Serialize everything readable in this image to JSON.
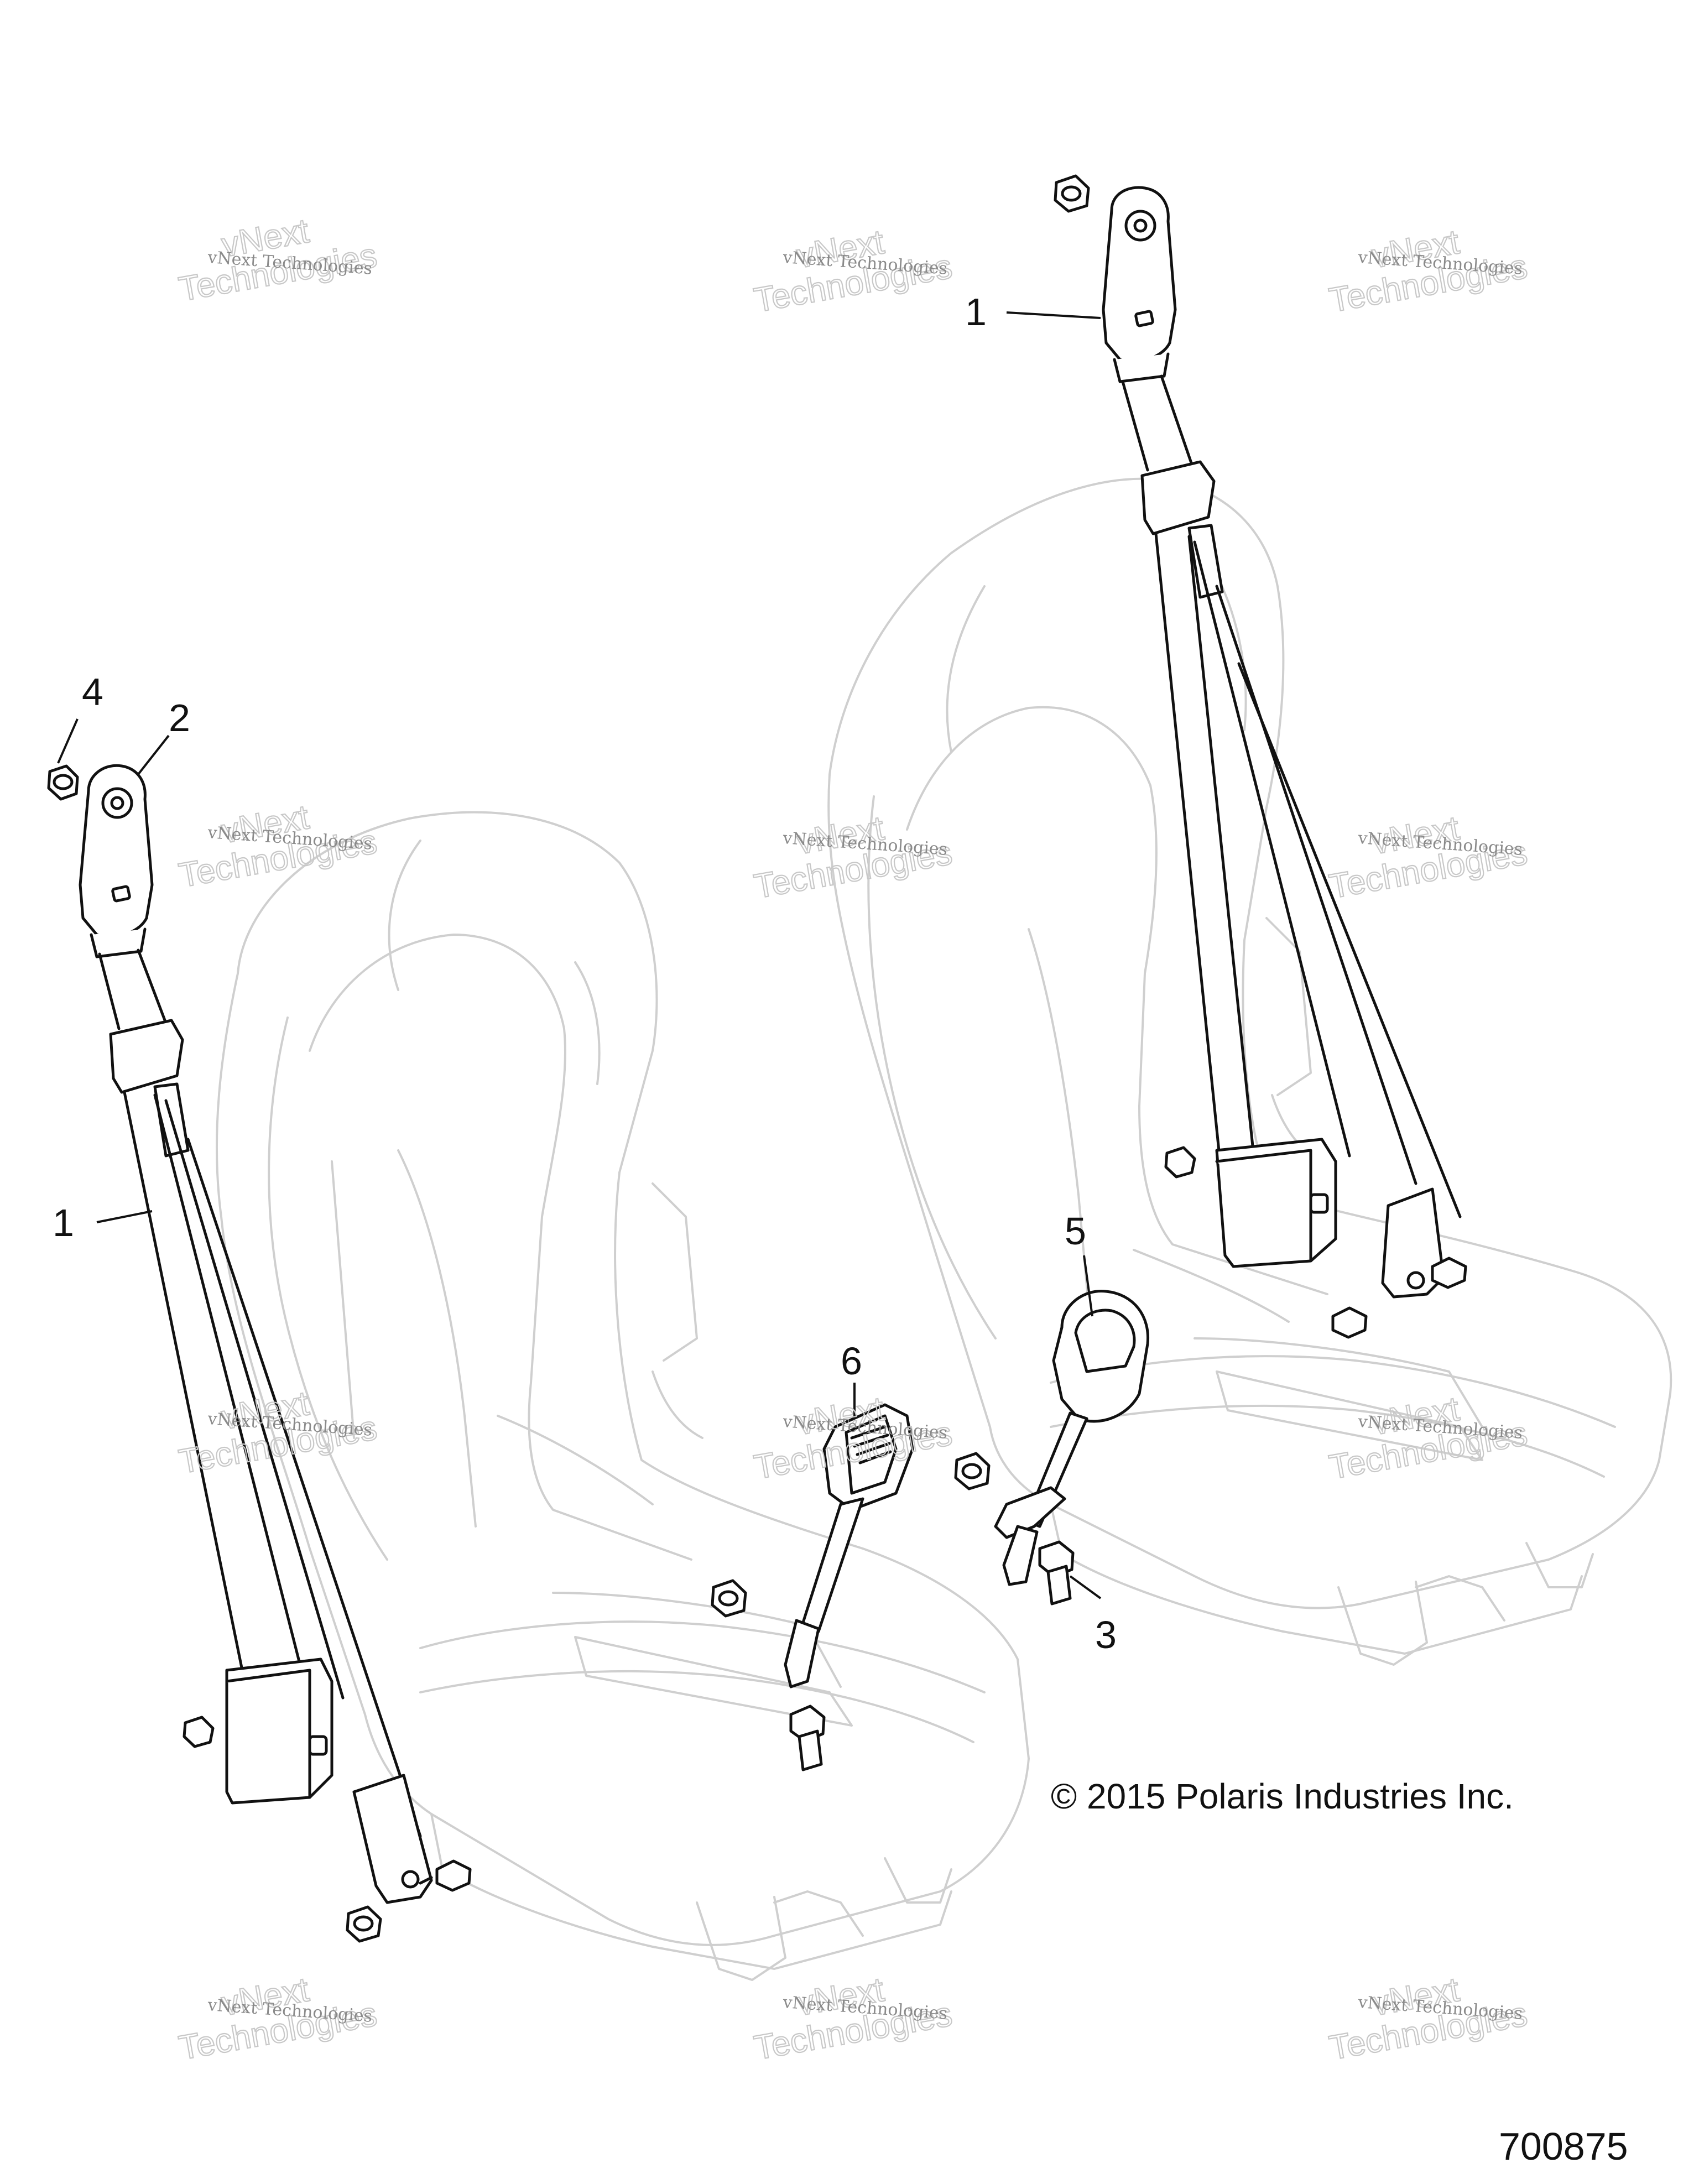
{
  "callouts": {
    "c1_right": "1",
    "c4": "4",
    "c2": "2",
    "c1_left": "1",
    "c5": "5",
    "c6": "6",
    "c3": "3"
  },
  "copyright": "© 2015 Polaris Industries Inc.",
  "part_number": "700875",
  "watermark": {
    "line1": "vNext Technologies",
    "line2": "vNext",
    "line3": "Technologies"
  },
  "colors": {
    "ink": "#111111",
    "seat_outline": "#cfcfcf",
    "watermark": "#8a8a8a"
  }
}
